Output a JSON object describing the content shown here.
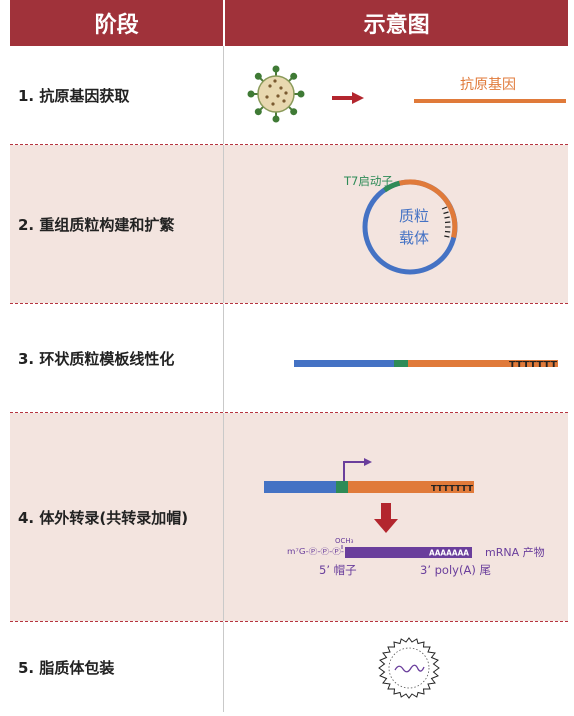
{
  "header": {
    "stage": "阶段",
    "diagram": "示意图"
  },
  "rows": [
    {
      "label": "1. 抗原基因获取",
      "gene": "抗原基因"
    },
    {
      "label": "2. 重组质粒构建和扩繁",
      "promoter": "T7启动子",
      "plasmid_line1": "质粒",
      "plasmid_line2": "载体",
      "polyt": "TTTTTTT"
    },
    {
      "label": "3. 环状质粒模板线性化",
      "polyt": "TTTTTTT"
    },
    {
      "label": "4. 体外转录(共转录加帽)",
      "polyt": "TTTTTTT",
      "och3": "OCH₃",
      "cap_chain": "m⁷G-Ⓟ-Ⓟ-Ⓟ-",
      "polya": "AAAAAAA",
      "mrna": "mRNA 产物",
      "cap_label": "5’ 帽子",
      "tail_label": "3’ poly(A) 尾"
    },
    {
      "label": "5. 脂质体包装"
    }
  ],
  "colors": {
    "header": "#a0323a",
    "blue": "#4472c4",
    "green": "#2e8b57",
    "orange": "#e07a3a",
    "arrow_red": "#b3262e",
    "purple": "#6a3e9c",
    "tint": "#f3e4df"
  }
}
